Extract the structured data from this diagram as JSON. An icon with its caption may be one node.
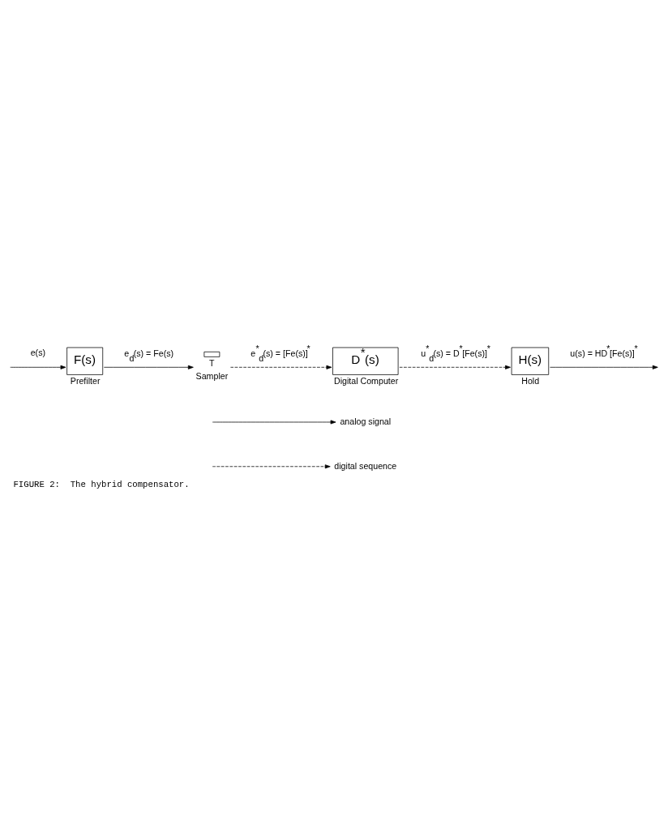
{
  "diagram": {
    "caption": "FIGURE 2:  The hybrid compensator.",
    "nodes": [
      {
        "text": [
          "F(s)"
        ],
        "beside": [
          "Prefilter"
        ]
      },
      {
        "text": [],
        "shape": "switch",
        "beside": [
          "T",
          "Sampler"
        ]
      },
      {
        "text": [
          "D$^{*}$(s)"
        ],
        "beside": [
          "Digital Computer"
        ]
      },
      {
        "text": [
          "H(s)"
        ],
        "beside": [
          "Hold"
        ]
      }
    ],
    "edges": [
      {
        "from": null,
        "to": 0,
        "arrow": "to",
        "label": "e(s)"
      },
      {
        "from": 0,
        "to": 1,
        "arrow": "to",
        "label": "e$_{d}$(s) = Fe(s)"
      },
      {
        "from": 1,
        "to": 2,
        "arrow": "to",
        "label": "e$^{*}$$_{d}$(s) = [Fe(s)]$^{*}$",
        "style": "dashed"
      },
      {
        "from": 2,
        "to": 3,
        "arrow": "to",
        "label": "u$^{*}$$_{d}$(s) = D$^{*}$[Fe(s)]$^{*}$",
        "style": "dashed"
      },
      {
        "from": 3,
        "to": null,
        "arrow": "to",
        "label": "u(s) = HD$^{*}$[Fe(s)]$^{*}$"
      }
    ],
    "legend": [
      {
        "text": "analog signal"
      },
      {
        "text": "digital sequence"
      }
    ]
  }
}
